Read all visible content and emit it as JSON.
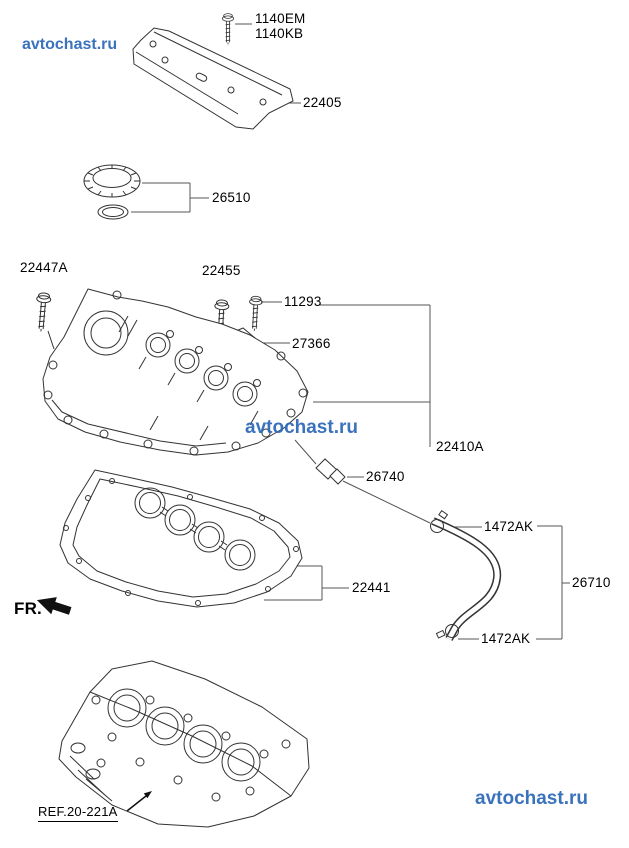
{
  "colors": {
    "background": "#ffffff",
    "line_art": "#333333",
    "label_text": "#000000",
    "watermark": "#2b67b8"
  },
  "watermarks": {
    "top_left": "avtochast.ru",
    "center": "avtochast.ru",
    "bottom_right": "avtochast.ru"
  },
  "labels": {
    "bolt_1140em": "1140EM",
    "bolt_1140kb": "1140KB",
    "baffle_plate": "22405",
    "oil_filler_cap": "26510",
    "bolt_22447a": "22447A",
    "bolt_22455": "22455",
    "bolt_11293": "11293",
    "bracket_27366": "27366",
    "valve_cover": "22410A",
    "pcv_valve": "26740",
    "clamp_top": "1472AK",
    "hose": "26710",
    "gasket": "22441",
    "clamp_bottom": "1472AK",
    "front_marker": "FR.",
    "cylinder_head_ref": "REF.20-221A"
  }
}
